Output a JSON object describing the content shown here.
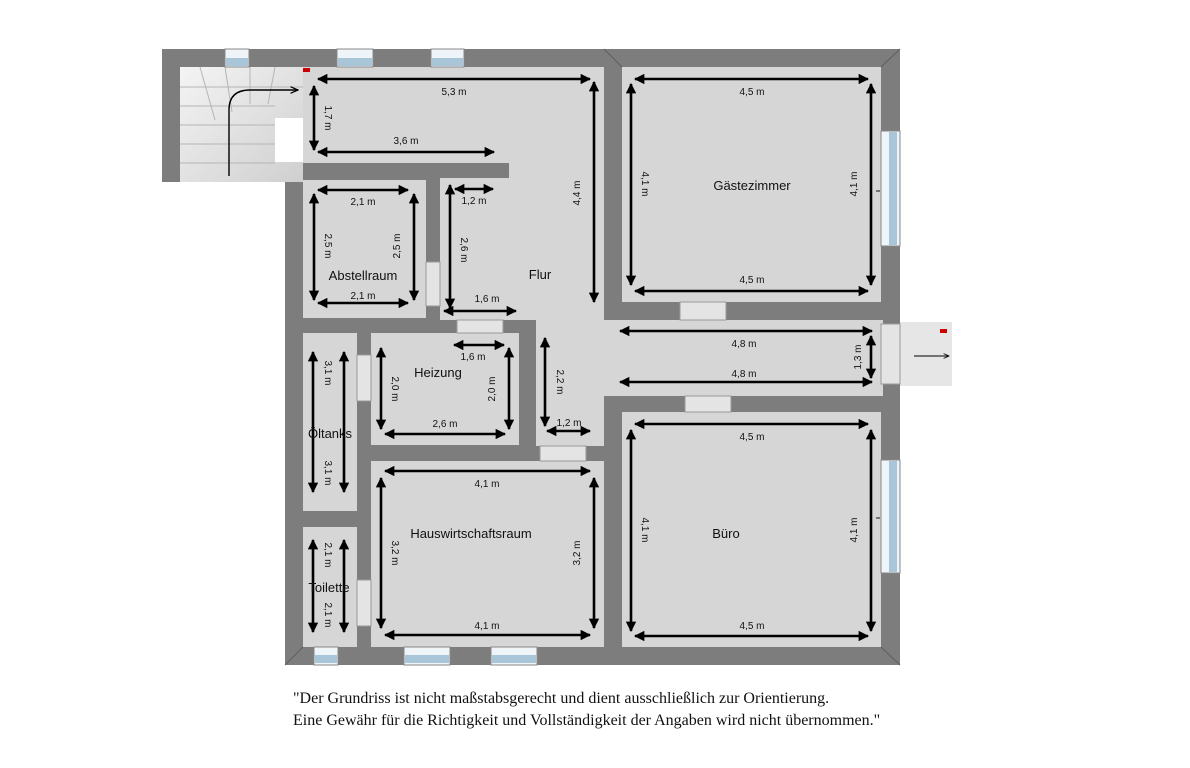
{
  "rooms": {
    "gaestezimmer": "Gästezimmer",
    "abstellraum": "Abstellraum",
    "flur": "Flur",
    "heizung": "Heizung",
    "oeltanks": "Öltanks",
    "hauswirtschaftsraum": "Hauswirtschaftsraum",
    "buero": "Büro",
    "toilette": "Toilette"
  },
  "dimensions": {
    "flur_top_width": "5,3 m",
    "flur_top_depth": "1,7 m",
    "flur_stair_width": "3,6 m",
    "flur_length": "4,4 m",
    "abst_top": "2,1 m",
    "abst_bottom": "2,1 m",
    "abst_left": "2,5 m",
    "abst_right": "2,5 m",
    "flur_nook_width": "1,2 m",
    "flur_nook_depth": "2,6 m",
    "flur_mid_width": "1,6 m",
    "gast_top": "4,5 m",
    "gast_bottom": "4,5 m",
    "gast_left": "4,1 m",
    "gast_right": "4,1 m",
    "corridor_top": "4,8 m",
    "corridor_bottom": "4,8 m",
    "corridor_depth": "1,3 m",
    "heiz_top": "1,6 m",
    "heiz_bottom": "2,6 m",
    "heiz_left": "2,0 m",
    "heiz_right": "2,0 m",
    "flur_lower_depth": "2,2 m",
    "flur_lower_width": "1,2 m",
    "oel_top": "3,1 m",
    "oel_bottom": "3,1 m",
    "hws_top": "4,1 m",
    "hws_bottom": "4,1 m",
    "hws_left": "3,2 m",
    "hws_right": "3,2 m",
    "buero_top": "4,5 m",
    "buero_bottom": "4,5 m",
    "buero_left": "4,1 m",
    "buero_right": "4,1 m",
    "wc_top": "2,1 m",
    "wc_bottom": "2,1 m"
  },
  "disclaimer": {
    "line1": "\"Der Grundriss ist  nicht maßstabsgerecht und  dient ausschließlich zur Orientierung.",
    "line2": "Eine Gewähr für die  Richtigkeit und  Vollständigkeit der Angaben wird nicht übernommen.\""
  },
  "colors": {
    "wall": "#7d7d7d",
    "floor": "#d6d6d6",
    "window": "#a9c6d8",
    "door": "#e4e4e4",
    "marker": "#cc0000"
  }
}
